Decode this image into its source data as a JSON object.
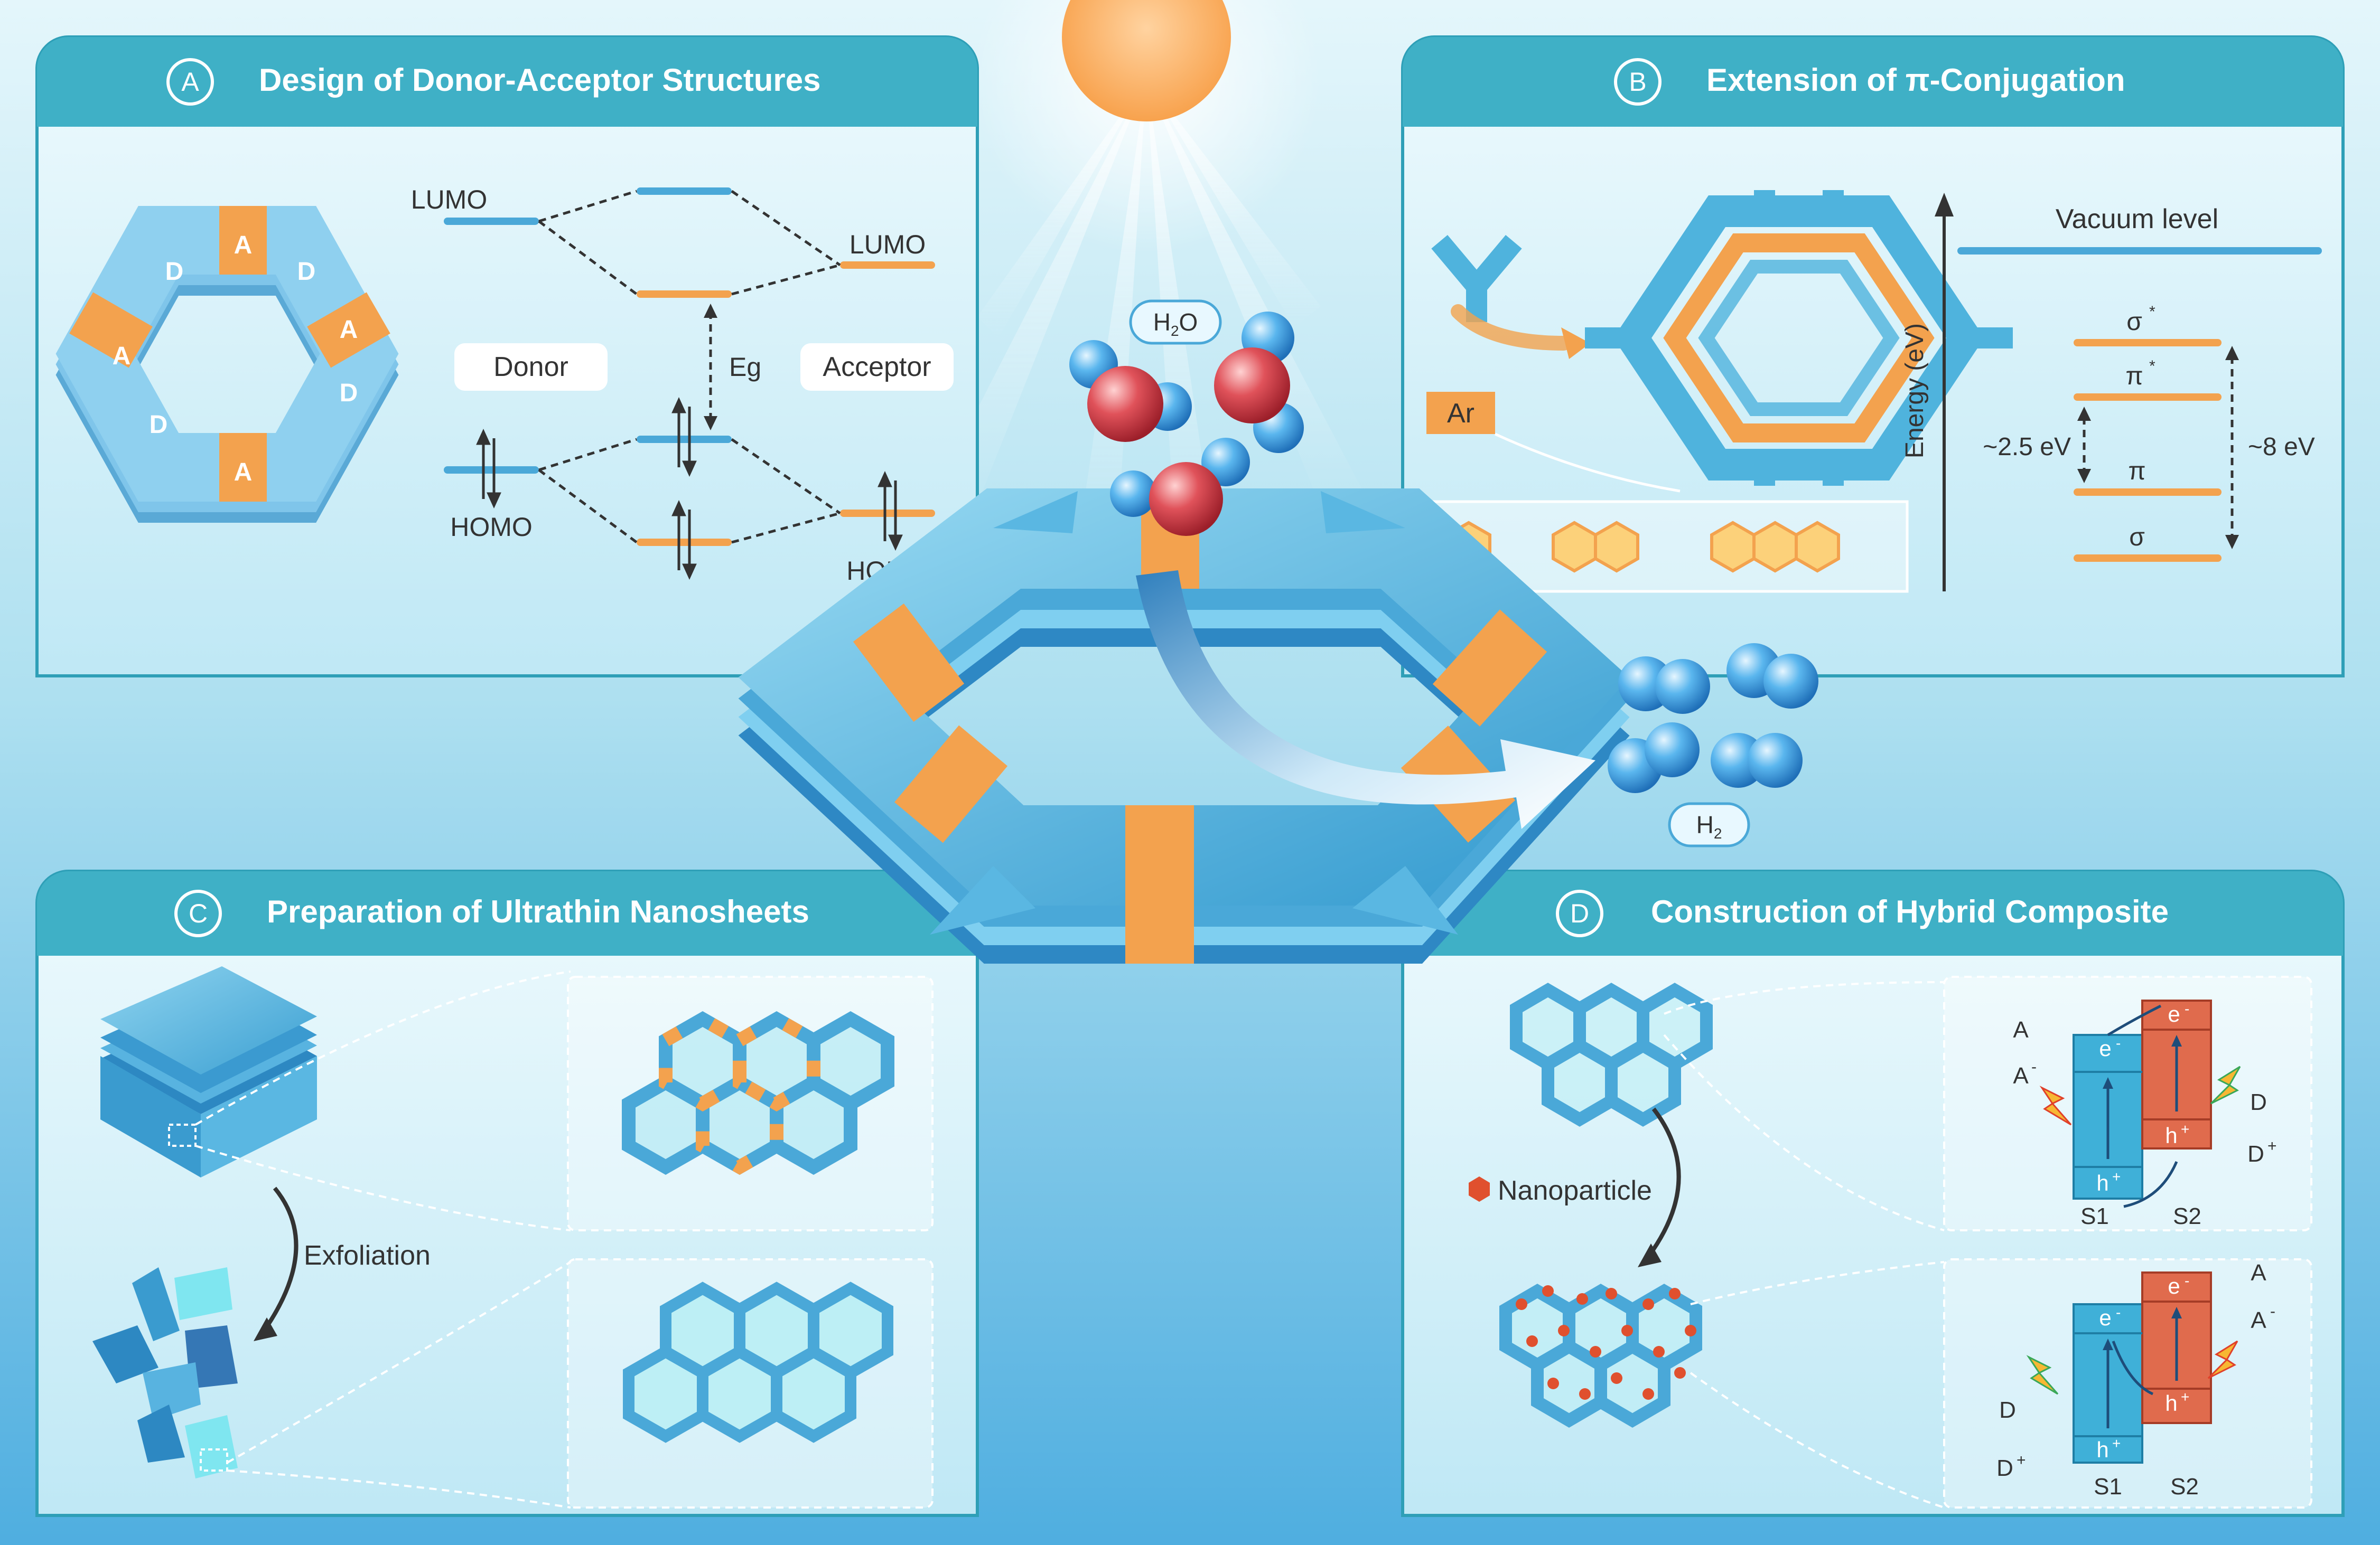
{
  "panels": {
    "a": {
      "badge": "A",
      "title": "Design of Donor-Acceptor Structures",
      "lumo_left": "LUMO",
      "lumo_right": "LUMO",
      "homo_left": "HOMO",
      "homo_right": "HOMO",
      "donor": "Donor",
      "acceptor": "Acceptor",
      "eg": "Eg",
      "ring_d": "D",
      "ring_a": "A"
    },
    "b": {
      "badge": "B",
      "title": "Extension of π-Conjugation",
      "ar": "Ar",
      "vacuum": "Vacuum level",
      "energy_axis": "Energy (eV)",
      "sigma_star": "σ",
      "pi_star": "π",
      "star": "*",
      "pi": "π",
      "sigma": "σ",
      "gap_small": "~2.5 eV",
      "gap_large": "~8 eV"
    },
    "c": {
      "badge": "C",
      "title": "Preparation of Ultrathin  Nanosheets",
      "exfoliation": "Exfoliation"
    },
    "d": {
      "badge": "D",
      "title": "Construction of Hybrid Composite",
      "nanoparticle": "Nanoparticle",
      "e": "e",
      "h": "h",
      "minus": "-",
      "plus": "+",
      "A": "A",
      "D": "D",
      "s1": "S1",
      "s2": "S2"
    }
  },
  "center": {
    "h2o_base": "H",
    "h2o_sub": "2",
    "h2o_tail": "O",
    "h2_base": "H",
    "h2_sub": "2"
  },
  "colors": {
    "panel_header": "#3fb0c6",
    "orange": "#f3a24e",
    "blue": "#4aa8d8",
    "red_band": "#e06b4d",
    "oxygen": "#d9434d"
  }
}
